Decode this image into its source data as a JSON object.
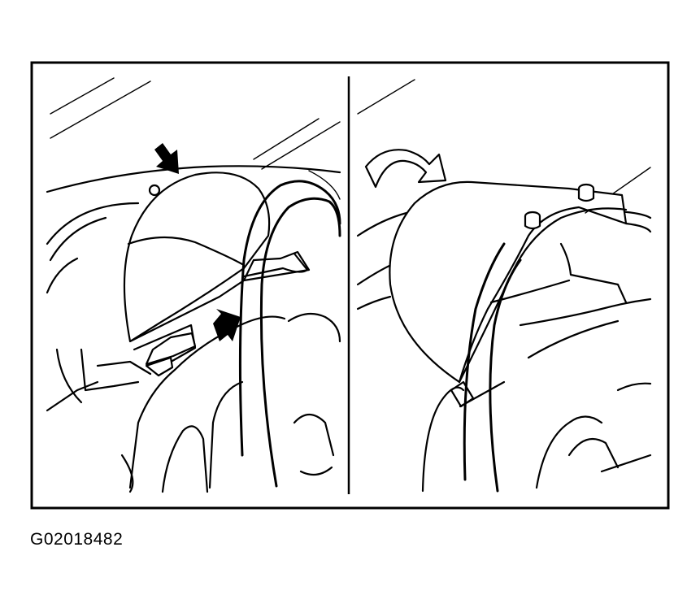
{
  "figure": {
    "code": "G02018482",
    "panels": [
      {
        "id": "left",
        "arrow_icons": [
          "push-down-arrow-icon",
          "push-up-arrow-icon"
        ]
      },
      {
        "id": "right",
        "arrow_icons": [
          "curved-rotate-arrow-icon"
        ]
      }
    ]
  },
  "colors": {
    "line": "#000000",
    "background": "#ffffff"
  }
}
